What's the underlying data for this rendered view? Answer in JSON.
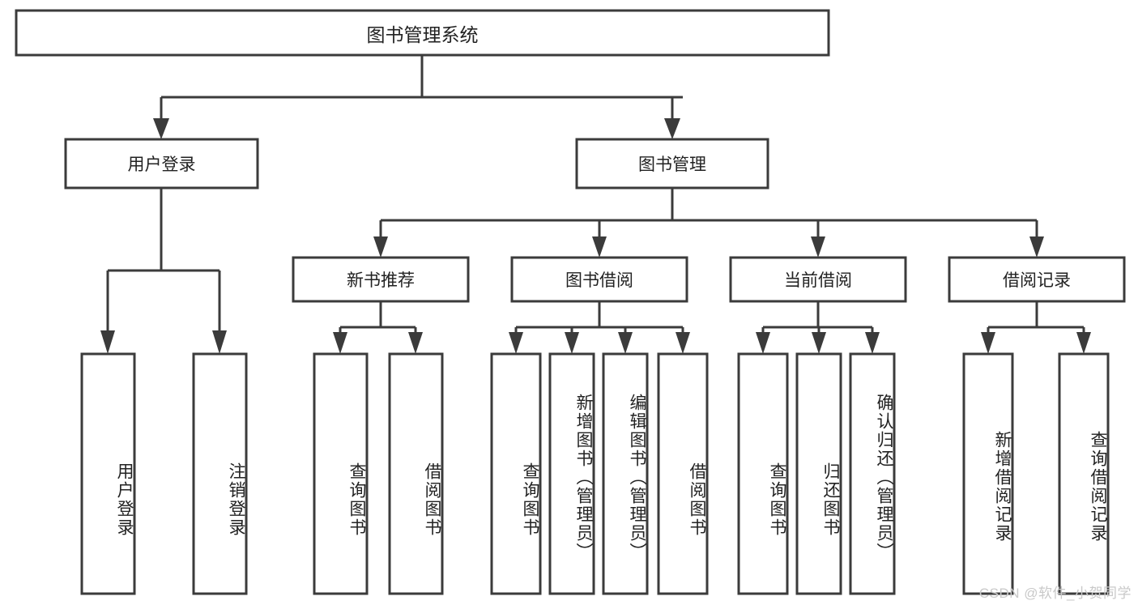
{
  "diagram": {
    "title_node": {
      "label": "图书管理系统"
    },
    "level2": [
      {
        "label": "用户登录"
      },
      {
        "label": "图书管理"
      }
    ],
    "level3": [
      {
        "label": "新书推荐"
      },
      {
        "label": "图书借阅"
      },
      {
        "label": "当前借阅"
      },
      {
        "label": "借阅记录"
      }
    ],
    "leaves": [
      {
        "label": "用户登录"
      },
      {
        "label": "注销登录"
      },
      {
        "label": "查询图书"
      },
      {
        "label": "借阅图书"
      },
      {
        "label": "查询图书"
      },
      {
        "label": "新增图书（管理员）"
      },
      {
        "label": "编辑图书（管理员）"
      },
      {
        "label": "借阅图书"
      },
      {
        "label": "查询图书"
      },
      {
        "label": "归还图书"
      },
      {
        "label": "确认归还（管理员）"
      },
      {
        "label": "新增借阅记录"
      },
      {
        "label": "查询借阅记录"
      }
    ],
    "watermark": "CSDN @软件_小贺同学",
    "colors": {
      "stroke": "#3b3b3b",
      "fill": "#ffffff",
      "text": "#222222",
      "watermark": "#c9c9c9"
    }
  }
}
